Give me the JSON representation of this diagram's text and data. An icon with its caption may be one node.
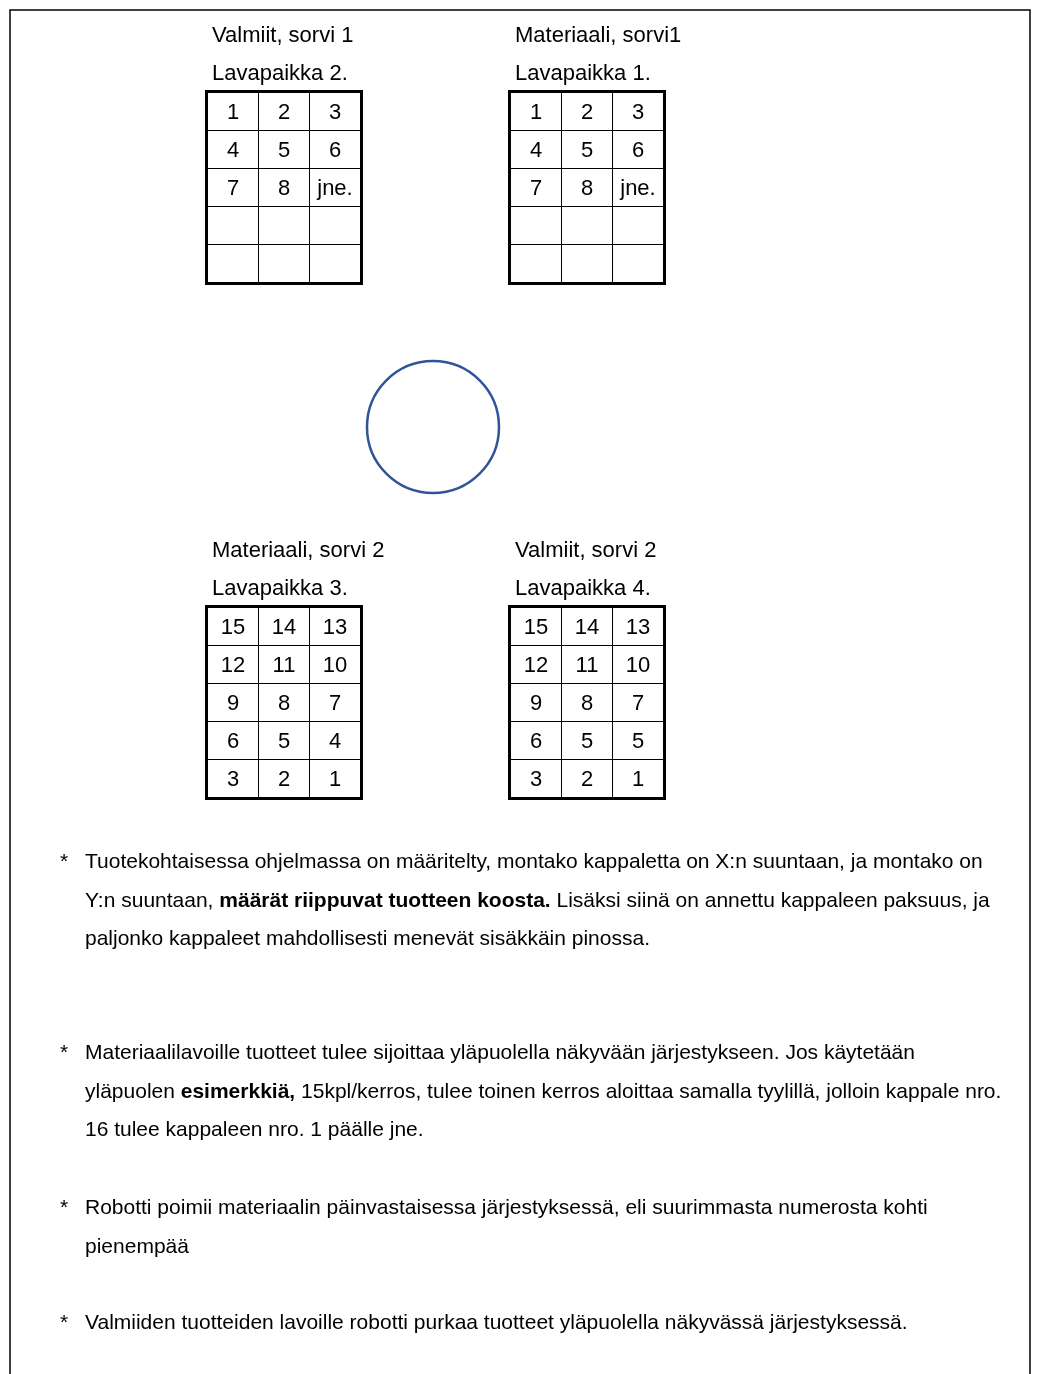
{
  "diagram": {
    "nodes": [
      {
        "text": [
          "Valmiit, sorvi 1",
          "Lavapaikka 2.",
          "1",
          "2",
          "3",
          "4",
          "5",
          "6",
          "7",
          "8",
          "jne."
        ]
      },
      {
        "text": [
          "Materiaali, sorvi1",
          "Lavapaikka 1.",
          "1",
          "2",
          "3",
          "4",
          "5",
          "6",
          "7",
          "8",
          "jne."
        ]
      },
      {
        "text": [],
        "shape": "circle"
      },
      {
        "text": [
          "Materiaali, sorvi 2",
          "Lavapaikka 3.",
          "15",
          "14",
          "13",
          "12",
          "11",
          "10",
          "9",
          "8",
          "7",
          "6",
          "5",
          "4",
          "3",
          "2",
          "1"
        ]
      },
      {
        "text": [
          "Valmiit, sorvi 2",
          "Lavapaikka 4.",
          "15",
          "14",
          "13",
          "12",
          "11",
          "10",
          "9",
          "8",
          "7",
          "6",
          "5",
          "5",
          "3",
          "2",
          "1"
        ]
      }
    ],
    "labels": [
      "*",
      "Tuotekohtaisessa ohjelmassa on määritelty, montako kappaletta on X:n suuntaan, ja montako on Y:n suuntaan, **määrät riippuvat tuotteen koosta.** Lisäksi siinä on annettu kappaleen paksuus, ja paljonko kappaleet mahdollisesti menevät sisäkkäin pinossa.",
      "*",
      "Materiaalilavoille tuotteet tulee sijoittaa yläpuolella näkyvään järjestykseen. Jos käytetään yläpuolen **esimerkkiä,** 15kpl/kerros, tulee toinen kerros aloittaa samalla tyylillä, jolloin kappale nro. 16 tulee kappaleen nro. 1 päälle jne.",
      "*",
      "Robotti poimii materiaalin päinvastaisessa järjestyksessä, eli suurimmasta numerosta kohti pienempää",
      "*",
      "Valmiiden tuotteiden lavoille robotti purkaa tuotteet yläpuolella näkyvässä järjestyksessä."
    ]
  }
}
